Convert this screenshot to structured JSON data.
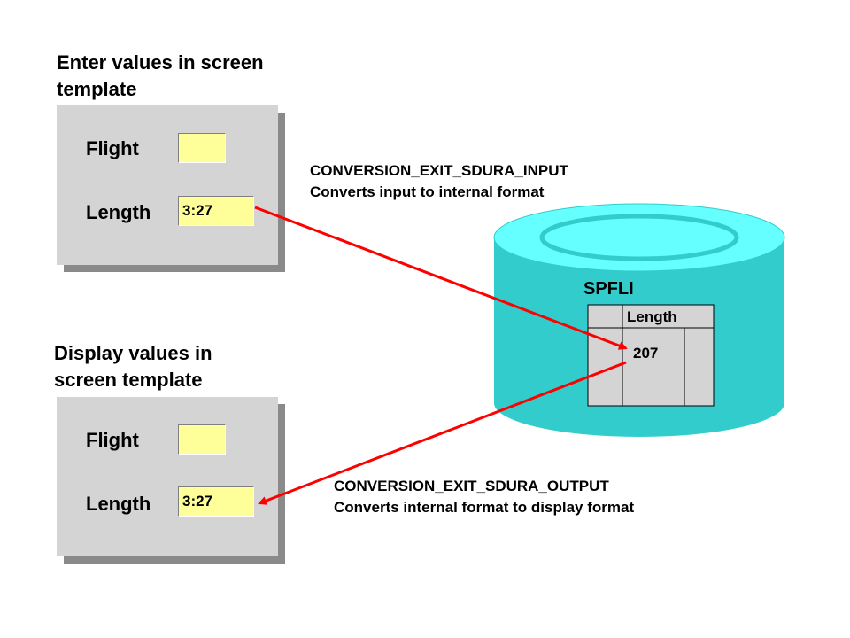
{
  "top_section": {
    "title_line1": "Enter values in screen",
    "title_line2": "template",
    "flight_label": "Flight",
    "flight_value": "",
    "length_label": "Length",
    "length_value": "3:27"
  },
  "bottom_section": {
    "title_line1": "Display values in",
    "title_line2": "screen template",
    "flight_label": "Flight",
    "flight_value": "",
    "length_label": "Length",
    "length_value": "3:27"
  },
  "input_exit": {
    "name": "CONVERSION_EXIT_SDURA_INPUT",
    "description": "Converts input to internal format"
  },
  "output_exit": {
    "name": "CONVERSION_EXIT_SDURA_OUTPUT",
    "description": "Converts internal format to display format"
  },
  "database": {
    "table_name": "SPFLI",
    "column_header": "Length",
    "stored_value": "207"
  },
  "colors": {
    "panel": "#d4d4d4",
    "panel_shadow": "#8a8a8a",
    "field": "#ffff99",
    "cylinder": "#33cccc",
    "cylinder_top": "#66ffff",
    "arrow": "#ff0000"
  }
}
